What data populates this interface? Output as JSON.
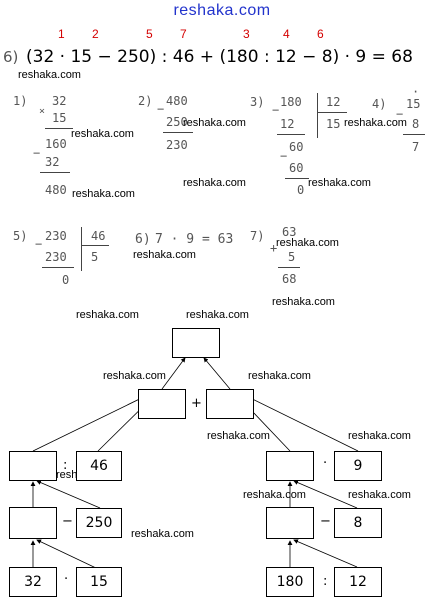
{
  "site": "reshaka.com",
  "watermark": "reshaka.com",
  "order_numbers": [
    "1",
    "2",
    "5",
    "7",
    "3",
    "4",
    "6"
  ],
  "equation": {
    "label": "6)",
    "text": "(32 · 15 − 250) : 46 + (180 : 12 − 8) · 9 = 68"
  },
  "steps": {
    "s1": {
      "label": "1)",
      "a": "32",
      "op": "×",
      "b": "15",
      "p1": "160",
      "p2": "32",
      "result": "480"
    },
    "s2": {
      "label": "2)",
      "a": "480",
      "op": "−",
      "b": "250",
      "result": "230"
    },
    "s3": {
      "label": "3)",
      "dividend": "180",
      "divisor": "12",
      "quotient": "15",
      "r1": "12",
      "r2": "60",
      "r3": "60",
      "rem": "0"
    },
    "s4": {
      "label": "4)",
      "a": "15",
      "b": "8",
      "result": "7",
      "dot": "·"
    },
    "s5": {
      "label": "5)",
      "dividend": "230",
      "divisor": "46",
      "quotient": "5",
      "r1": "230",
      "rem": "0"
    },
    "s6": {
      "label": "6)",
      "text": "7 · 9 = 63"
    },
    "s7": {
      "label": "7)",
      "a": "63",
      "op": "+",
      "b": "5",
      "result": "68"
    }
  },
  "tree": {
    "plus": "+",
    "left": {
      "div_op": ":",
      "div_value": "46",
      "minus_op": "−",
      "minus_value": "250",
      "a": "32",
      "mul_op": "·",
      "b": "15"
    },
    "right": {
      "mul_op": "·",
      "mul_value": "9",
      "minus_op": "−",
      "minus_value": "8",
      "a": "180",
      "div_op": ":",
      "b": "12"
    }
  }
}
